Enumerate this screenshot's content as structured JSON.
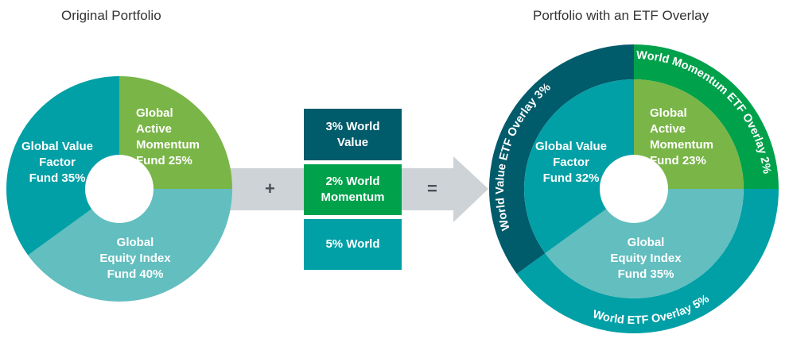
{
  "left_title": "Original Portfolio",
  "right_title": "Portfolio with an ETF Overlay",
  "colors": {
    "dark_teal": "#005b6b",
    "teal": "#00a0a6",
    "light_teal": "#62bebf",
    "green": "#7ab547",
    "bright_green": "#00a14b",
    "arrow_gray": "#cdd3d6"
  },
  "original": [
    {
      "lines": [
        "Global",
        "Active",
        "Momentum",
        "Fund 25%"
      ],
      "value": 25,
      "color": "#7ab547"
    },
    {
      "lines": [
        "Global",
        "Equity Index",
        "Fund 40%"
      ],
      "value": 40,
      "color": "#62bebf"
    },
    {
      "lines": [
        "Global Value",
        "Factor",
        "Fund 35%"
      ],
      "value": 35,
      "color": "#00a0a6"
    }
  ],
  "overlay": {
    "plus": "+",
    "equals": "=",
    "boxes": [
      {
        "lines": [
          "3% World",
          "Value"
        ],
        "color": "#005b6b"
      },
      {
        "lines": [
          "2% World",
          "Momentum"
        ],
        "color": "#00a14b"
      },
      {
        "lines": [
          "5% World"
        ],
        "color": "#00a0a6"
      }
    ]
  },
  "result": {
    "inner": [
      {
        "lines": [
          "Global",
          "Active",
          "Momentum",
          "Fund 23%"
        ],
        "value": 23,
        "color": "#7ab547"
      },
      {
        "lines": [
          "Global",
          "Equity Index",
          "Fund 35%"
        ],
        "value": 35,
        "color": "#62bebf"
      },
      {
        "lines": [
          "Global Value",
          "Factor",
          "Fund 32%"
        ],
        "value": 32,
        "color": "#00a0a6"
      }
    ],
    "outer": [
      {
        "label": "World Momentum ETF Overlay 2%",
        "value": 2,
        "color": "#00a14b"
      },
      {
        "label": "World ETF Overlay 5%",
        "value": 5,
        "color": "#00a0a6"
      },
      {
        "label": "World Value ETF Overlay 3%",
        "value": 3,
        "color": "#005b6b"
      }
    ]
  }
}
